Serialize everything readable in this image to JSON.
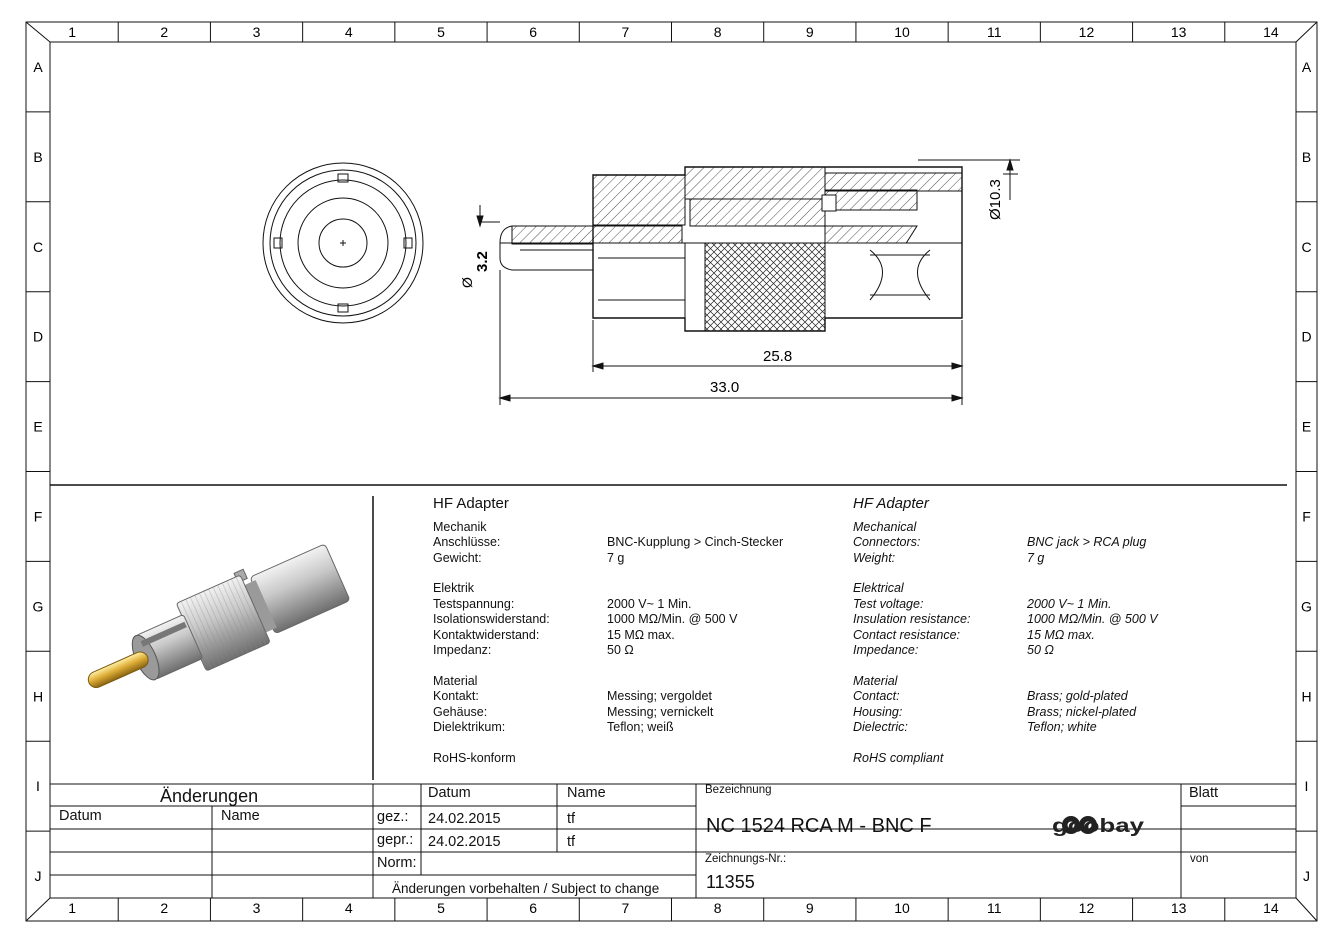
{
  "frame": {
    "columns": [
      "1",
      "2",
      "3",
      "4",
      "5",
      "6",
      "7",
      "8",
      "9",
      "10",
      "11",
      "12",
      "13",
      "14"
    ],
    "rows": [
      "A",
      "B",
      "C",
      "D",
      "E",
      "F",
      "G",
      "H",
      "I",
      "J"
    ]
  },
  "drawing": {
    "dim_pin": "3.2",
    "dim_pin_symbol": "Ø",
    "dim_outer": "Ø10.3",
    "dim_body": "25.8",
    "dim_total": "33.0"
  },
  "spec_de": {
    "title": "HF Adapter",
    "mech_heading": "Mechanik",
    "mech": [
      {
        "label": "Anschlüsse:",
        "value": "BNC-Kupplung > Cinch-Stecker"
      },
      {
        "label": "Gewicht:",
        "value": "7 g"
      }
    ],
    "elec_heading": "Elektrik",
    "elec": [
      {
        "label": "Testspannung:",
        "value": "2000 V~ 1 Min."
      },
      {
        "label": "Isolationswiderstand:",
        "value": "1000 MΩ/Min. @ 500 V"
      },
      {
        "label": "Kontaktwiderstand:",
        "value": "15 MΩ max."
      },
      {
        "label": "Impedanz:",
        "value": "50 Ω"
      }
    ],
    "mat_heading": "Material",
    "mat": [
      {
        "label": "Kontakt:",
        "value": "Messing; vergoldet"
      },
      {
        "label": "Gehäuse:",
        "value": "Messing; vernickelt"
      },
      {
        "label": "Dielektrikum:",
        "value": "Teflon; weiß"
      }
    ],
    "rohs": "RoHS-konform"
  },
  "spec_en": {
    "title": "HF Adapter",
    "mech_heading": "Mechanical",
    "mech": [
      {
        "label": "Connectors:",
        "value": "BNC jack > RCA plug"
      },
      {
        "label": "Weight:",
        "value": "7 g"
      }
    ],
    "elec_heading": "Elektrical",
    "elec": [
      {
        "label": "Test voltage:",
        "value": "2000 V~ 1 Min."
      },
      {
        "label": "Insulation resistance:",
        "value": "1000 MΩ/Min. @ 500 V"
      },
      {
        "label": "Contact resistance:",
        "value": "15 MΩ max."
      },
      {
        "label": "Impedance:",
        "value": "50 Ω"
      }
    ],
    "mat_heading": "Material",
    "mat": [
      {
        "label": "Contact:",
        "value": "Brass; gold-plated"
      },
      {
        "label": "Housing:",
        "value": "Brass; nickel-plated"
      },
      {
        "label": "Dielectric:",
        "value": "Teflon; white"
      }
    ],
    "rohs": "RoHS compliant"
  },
  "title_block": {
    "changes_heading": "Änderungen",
    "datum": "Datum",
    "name": "Name",
    "gez_label": "gez.:",
    "gez_date": "24.02.2015",
    "gez_name": "tf",
    "gepr_label": "gepr.:",
    "gepr_date": "24.02.2015",
    "gepr_name": "tf",
    "norm_label": "Norm:",
    "reservation": "Änderungen vorbehalten / Subject to change",
    "designation_label": "Bezeichnung",
    "designation": "NC 1524 RCA M - BNC F",
    "drawing_no_label": "Zeichnungs-Nr.:",
    "drawing_no": "11355",
    "sheet_label": "Blatt",
    "of_label": "von",
    "logo": "goobay"
  },
  "colors": {
    "line": "#111111",
    "gold": "#d4a017",
    "nickel": "#b8b8b8"
  }
}
